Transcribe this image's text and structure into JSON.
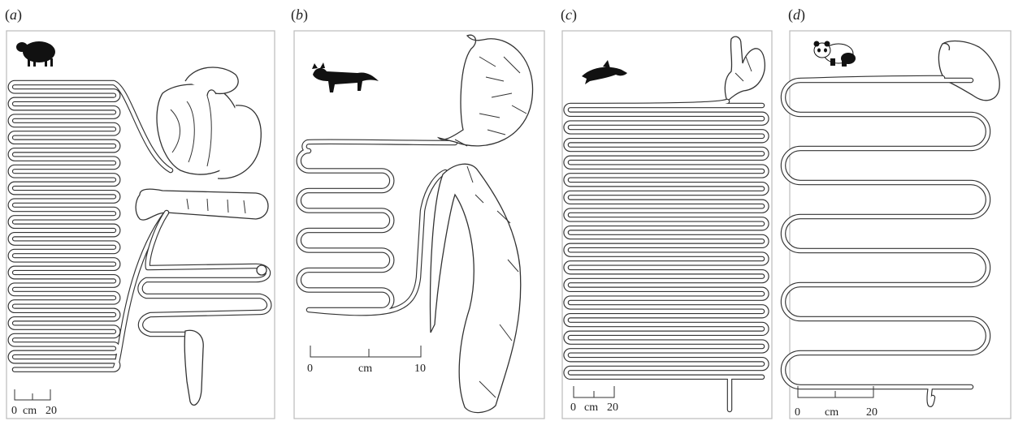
{
  "panels": [
    {
      "id": "a",
      "label_open": "(",
      "label_letter": "a",
      "label_close": ")",
      "animal_icon": "sheep-icon",
      "scale": {
        "start": "0",
        "unit": "cm",
        "end": "20"
      }
    },
    {
      "id": "b",
      "label_open": "(",
      "label_letter": "b",
      "label_close": ")",
      "animal_icon": "cat-icon",
      "scale": {
        "start": "0",
        "unit": "cm",
        "end": "10"
      }
    },
    {
      "id": "c",
      "label_open": "(",
      "label_letter": "c",
      "label_close": ")",
      "animal_icon": "dolphin-icon",
      "scale": {
        "start": "0",
        "unit": "cm",
        "end": "20"
      }
    },
    {
      "id": "d",
      "label_open": "(",
      "label_letter": "d",
      "label_close": ")",
      "animal_icon": "panda-icon",
      "scale": {
        "start": "0",
        "unit": "cm",
        "end": "20"
      }
    }
  ]
}
